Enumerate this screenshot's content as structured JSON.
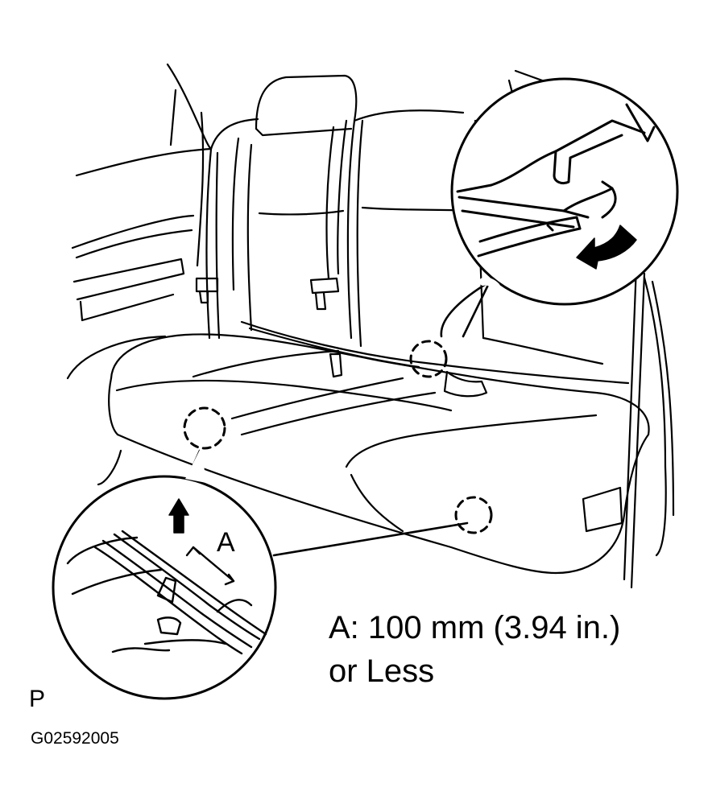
{
  "figure": {
    "dimension_label": "A",
    "spec_line1": "A: 100 mm (3.94 in.)",
    "spec_line2": "or Less",
    "code_letter": "P",
    "figure_id": "G02592005"
  },
  "colors": {
    "ink": "#000000",
    "paper": "#ffffff"
  }
}
